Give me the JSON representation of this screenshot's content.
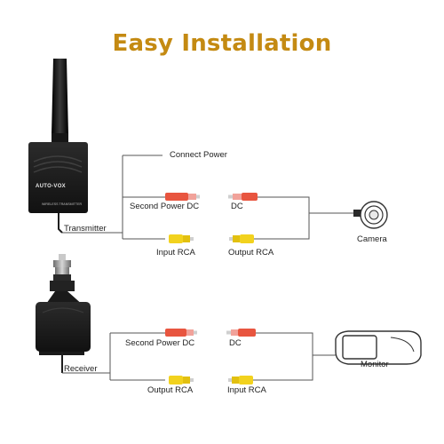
{
  "title": "Easy Installation",
  "transmitter": {
    "label": "Transmitter",
    "brand": "AUTO-VOX",
    "subtext": "WIRELESS TRANSMITTER",
    "connect_power": "Connect Power",
    "second_power_dc": "Second Power DC",
    "input_rca": "Input RCA",
    "dc": "DC",
    "output_rca": "Output RCA",
    "camera": "Camera"
  },
  "receiver": {
    "label": "Receiver",
    "second_power_dc": "Second Power DC",
    "output_rca": "Output RCA",
    "dc": "DC",
    "input_rca": "Input RCA",
    "monitor": "Monitor"
  },
  "colors": {
    "title": "#c48a12",
    "red_plug": "#e8553f",
    "yellow_plug": "#f2d21e",
    "device_body": "#1c1c1c",
    "wire": "#555555"
  }
}
